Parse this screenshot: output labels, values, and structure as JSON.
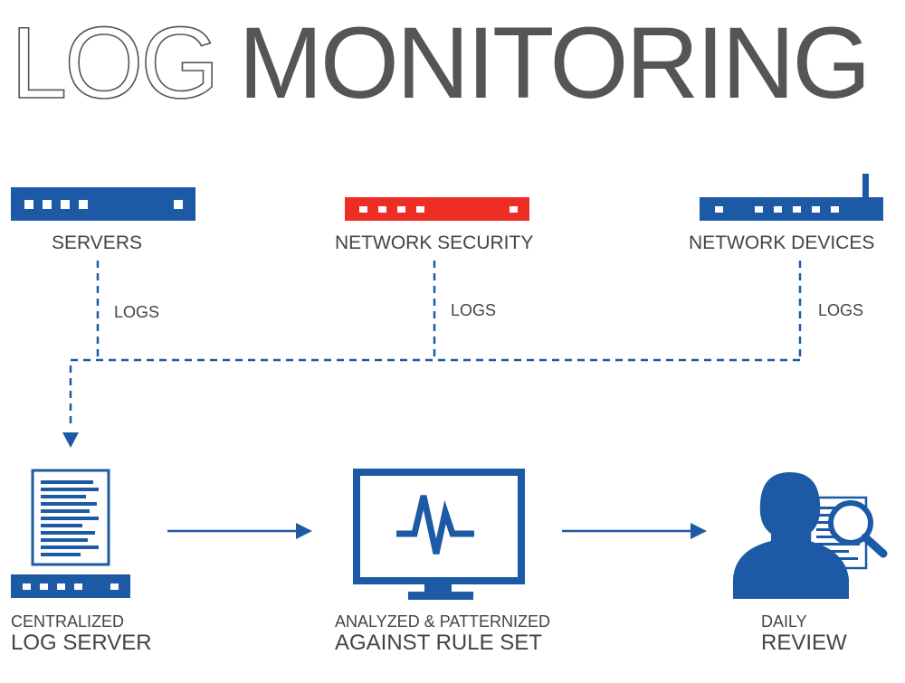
{
  "title": {
    "light": "LOG",
    "bold": "MONITORING"
  },
  "sources": {
    "servers": {
      "label": "SERVERS",
      "logs": "LOGS"
    },
    "network_security": {
      "label": "NETWORK SECURITY",
      "logs": "LOGS"
    },
    "network_devices": {
      "label": "NETWORK DEVICES",
      "logs": "LOGS"
    }
  },
  "stages": {
    "log_server": {
      "line1": "CENTRALIZED",
      "line2": "LOG SERVER"
    },
    "analysis": {
      "line1": "ANALYZED & PATTERNIZED",
      "line2": "AGAINST RULE SET"
    },
    "review": {
      "line1": "DAILY",
      "line2": "REVIEW"
    }
  },
  "colors": {
    "blue": "#1d5aa6",
    "red": "#ee2d24",
    "text": "#444444",
    "title": "#555555"
  },
  "icons": [
    "server-icon",
    "firewall-icon",
    "router-icon",
    "document-icon",
    "monitor-pulse-icon",
    "person-magnifier-icon"
  ]
}
